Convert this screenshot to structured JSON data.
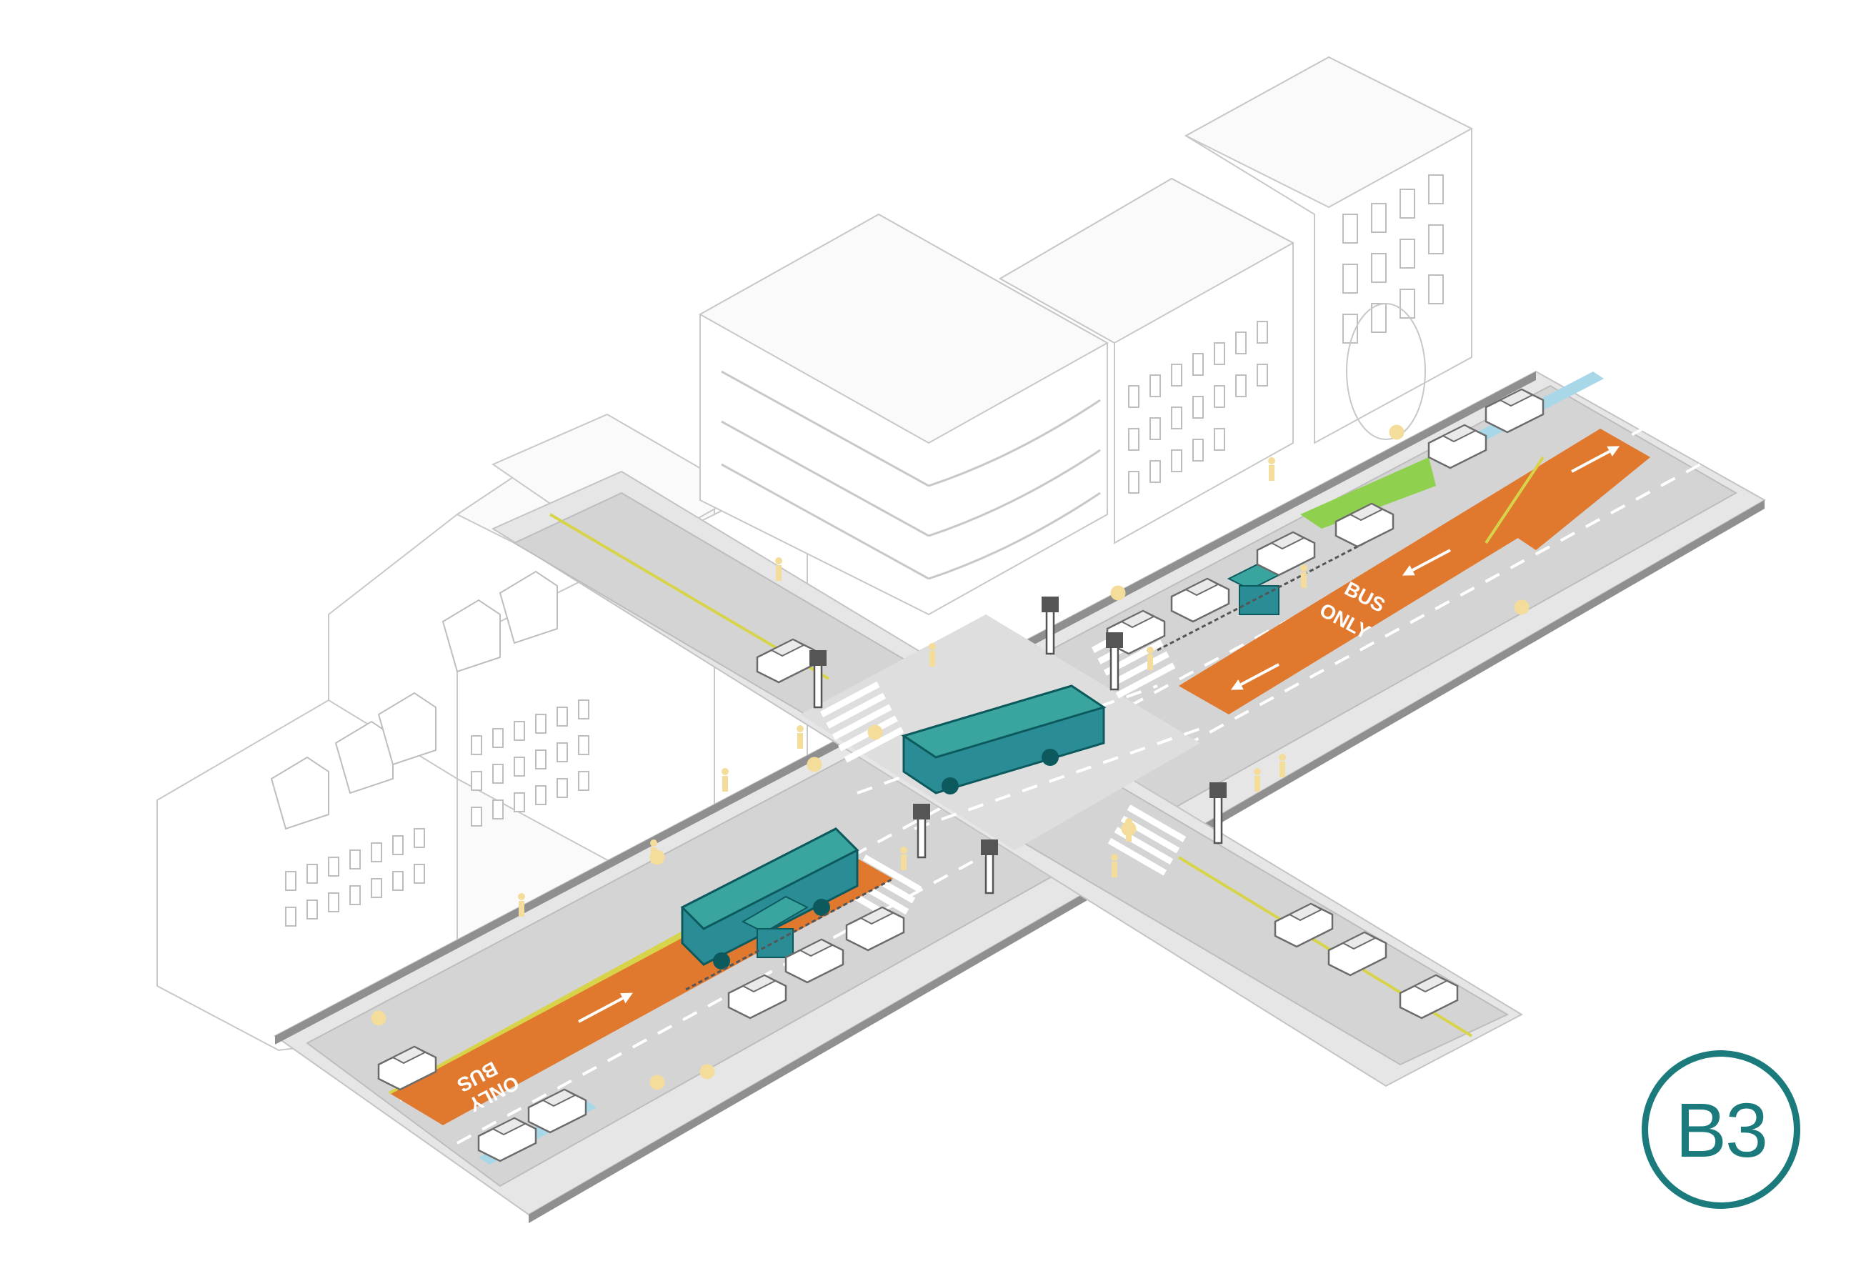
{
  "badge": {
    "label": "B3"
  },
  "markings": {
    "lane_text_line1": "BUS",
    "lane_text_line2": "ONLY"
  },
  "colors": {
    "bus_lane": "#e0782e",
    "bus": "#2a8d96",
    "bus_shelter": "#3aa59e",
    "badge": "#1b7a7c",
    "green_verge": "#8fd14f",
    "cycle_buffer": "#a8d8e8",
    "people": "#f4dc9a",
    "centre_line": "#d8d44a"
  }
}
